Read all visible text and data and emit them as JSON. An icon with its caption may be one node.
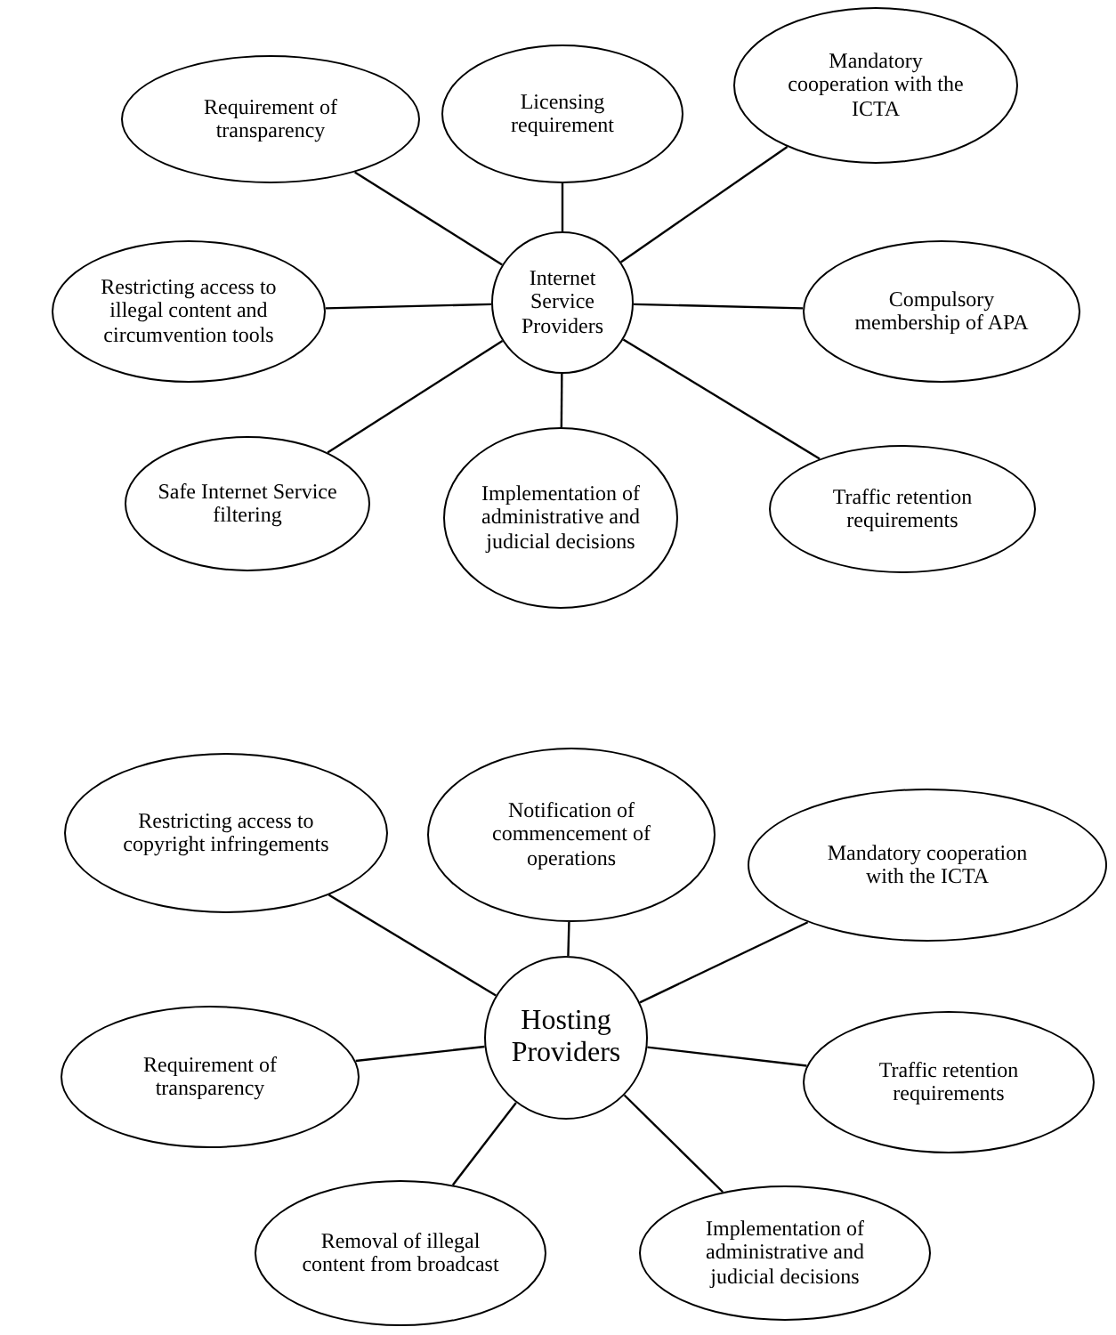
{
  "diagram": {
    "nodes": [
      {
        "text": [
          "Internet Service Providers"
        ]
      },
      {
        "text": [
          "Requirement of transparency"
        ]
      },
      {
        "text": [
          "Licensing requirement"
        ]
      },
      {
        "text": [
          "Mandatory cooperation with the ICTA"
        ]
      },
      {
        "text": [
          "Restricting access to illegal content and circumvention tools"
        ]
      },
      {
        "text": [
          "Compulsory membership of APA"
        ]
      },
      {
        "text": [
          "Safe Internet Service filtering"
        ]
      },
      {
        "text": [
          "Implementation of administrative and judicial decisions"
        ]
      },
      {
        "text": [
          "Traffic retention requirements"
        ]
      },
      {
        "text": [
          "Hosting Providers"
        ]
      },
      {
        "text": [
          "Restricting access to copyright infringements"
        ]
      },
      {
        "text": [
          "Notification of commencement of operations"
        ]
      },
      {
        "text": [
          "Mandatory cooperation with the ICTA"
        ]
      },
      {
        "text": [
          "Requirement of transparency"
        ]
      },
      {
        "text": [
          "Traffic retention requirements"
        ]
      },
      {
        "text": [
          "Removal of illegal content from broadcast"
        ]
      },
      {
        "text": [
          "Implementation of administrative and judicial decisions"
        ]
      }
    ],
    "edges": [
      {
        "from": 0,
        "to": 1,
        "arrow": "none"
      },
      {
        "from": 0,
        "to": 2,
        "arrow": "none"
      },
      {
        "from": 0,
        "to": 3,
        "arrow": "none"
      },
      {
        "from": 0,
        "to": 4,
        "arrow": "none"
      },
      {
        "from": 0,
        "to": 5,
        "arrow": "none"
      },
      {
        "from": 0,
        "to": 6,
        "arrow": "none"
      },
      {
        "from": 0,
        "to": 7,
        "arrow": "none"
      },
      {
        "from": 0,
        "to": 8,
        "arrow": "none"
      },
      {
        "from": 9,
        "to": 10,
        "arrow": "none"
      },
      {
        "from": 9,
        "to": 11,
        "arrow": "none"
      },
      {
        "from": 9,
        "to": 12,
        "arrow": "none"
      },
      {
        "from": 9,
        "to": 13,
        "arrow": "none"
      },
      {
        "from": 9,
        "to": 14,
        "arrow": "none"
      },
      {
        "from": 9,
        "to": 15,
        "arrow": "none"
      },
      {
        "from": 9,
        "to": 16,
        "arrow": "none"
      }
    ]
  }
}
